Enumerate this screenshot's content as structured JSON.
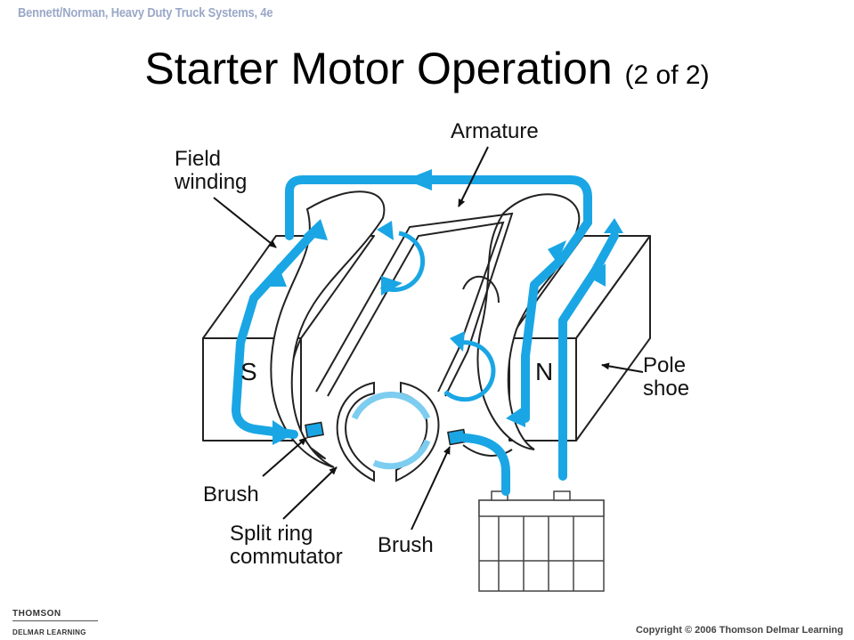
{
  "header": {
    "book": "Bennett/Norman, Heavy Duty Truck Systems, 4e"
  },
  "title": {
    "main": "Starter Motor Operation",
    "sub": "(2 of 2)"
  },
  "labels": {
    "armature": "Armature",
    "field_winding_1": "Field",
    "field_winding_2": "winding",
    "pole_shoe_1": "Pole",
    "pole_shoe_2": "shoe",
    "brush_left": "Brush",
    "brush_right": "Brush",
    "split_ring_1": "Split ring",
    "split_ring_2": "commutator",
    "pole_s": "S",
    "pole_n": "N"
  },
  "footer": {
    "logo_line1": "THOMSON",
    "logo_line2": "DELMAR LEARNING",
    "copyright": "Copyright © 2006 Thomson Delmar Learning"
  },
  "colors": {
    "current_flow": "#1aa6e4",
    "rotation_arrow_light": "#7ccdf0",
    "outline": "#222222"
  }
}
